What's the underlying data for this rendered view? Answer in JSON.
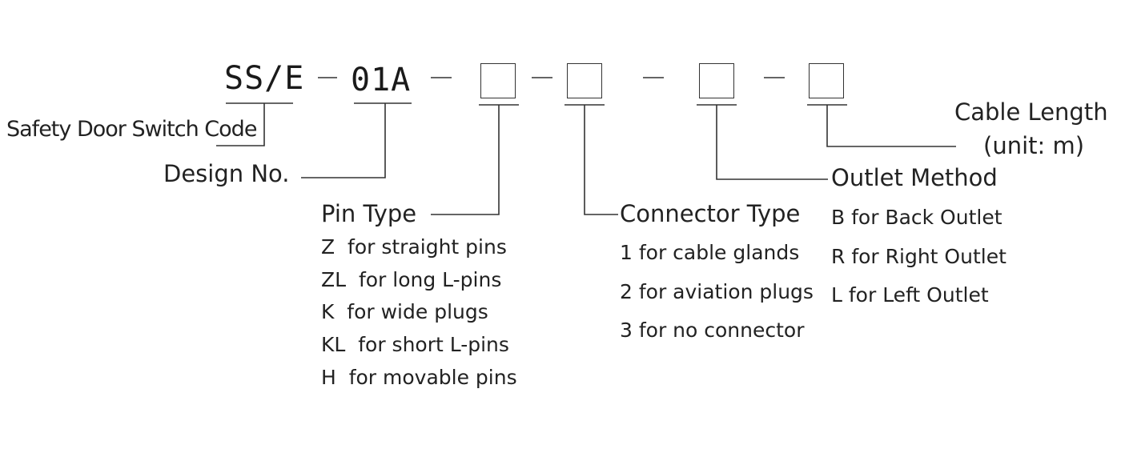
{
  "code": {
    "prefix": "SS/E",
    "design": "01A"
  },
  "labels": {
    "safety_door_switch_code": "Safety Door Switch Code",
    "design_no": "Design No.",
    "pin_type": "Pin Type",
    "connector_type": "Connector Type",
    "outlet_method": "Outlet Method",
    "cable_length_line1": "Cable Length",
    "cable_length_line2": "(unit: m)"
  },
  "pin_type_options": [
    "Z  for straight pins",
    "ZL  for long L-pins",
    "K  for wide plugs",
    "KL  for short L-pins",
    "H  for movable pins"
  ],
  "connector_type_options": [
    "1 for cable glands",
    "2 for aviation plugs",
    "3 for no connector"
  ],
  "outlet_method_options": [
    "B for Back Outlet",
    "R for Right Outlet",
    "L for Left Outlet"
  ]
}
